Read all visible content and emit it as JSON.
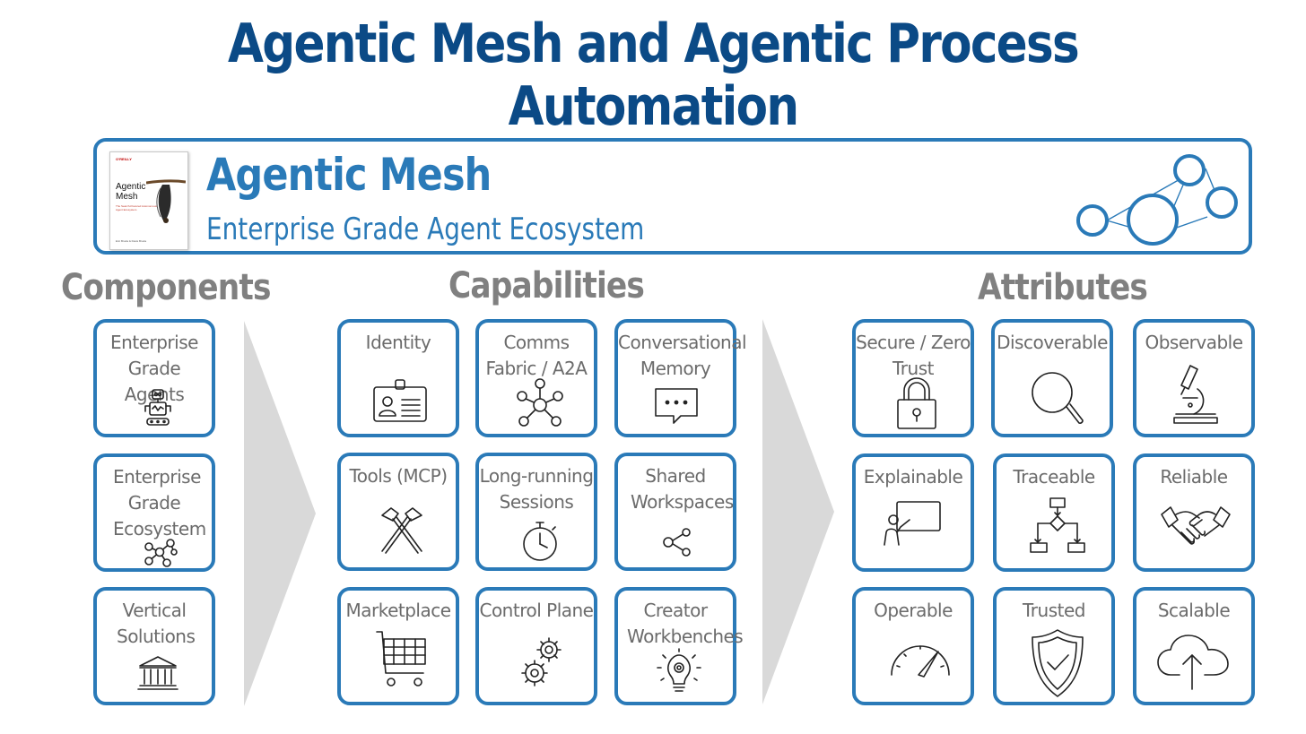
{
  "title": "Agentic Mesh and Agentic Process Automation",
  "banner": {
    "title": "Agentic Mesh",
    "subtitle": "Enterprise Grade Agent Ecosystem",
    "book": {
      "publisher": "O'REILLY",
      "title_line1": "Agentic",
      "title_line2": "Mesh",
      "subtitle": "The Search-Powered Autonomous Agent Ecosystem",
      "authors": "Eric Broda & Davis Broda"
    }
  },
  "sections": {
    "components": "Components",
    "capabilities": "Capabilities",
    "attributes": "Attributes"
  },
  "components": [
    {
      "label": "Enterprise Grade Agents",
      "icon": "robot-icon"
    },
    {
      "label": "Enterprise Grade Ecosystem",
      "icon": "network-people-icon"
    },
    {
      "label": "Vertical Solutions",
      "icon": "bank-icon"
    }
  ],
  "capabilities": [
    {
      "label": "Identity",
      "icon": "id-card-icon"
    },
    {
      "label": "Comms Fabric / A2A",
      "icon": "hub-network-icon"
    },
    {
      "label": "Conversational Memory",
      "icon": "chat-bubble-icon"
    },
    {
      "label": "Tools (MCP)",
      "icon": "hammers-icon"
    },
    {
      "label": "Long-running Sessions",
      "icon": "stopwatch-icon"
    },
    {
      "label": "Shared Workspaces",
      "icon": "share-icon"
    },
    {
      "label": "Marketplace",
      "icon": "cart-icon"
    },
    {
      "label": "Control Plane",
      "icon": "gears-icon"
    },
    {
      "label": "Creator Workbenches",
      "icon": "lightbulb-gear-icon"
    }
  ],
  "attributes": [
    {
      "label": "Secure / Zero Trust",
      "icon": "padlock-icon"
    },
    {
      "label": "Discoverable",
      "icon": "magnifier-icon"
    },
    {
      "label": "Observable",
      "icon": "microscope-icon"
    },
    {
      "label": "Explainable",
      "icon": "presenter-icon"
    },
    {
      "label": "Traceable",
      "icon": "flowchart-icon"
    },
    {
      "label": "Reliable",
      "icon": "handshake-icon"
    },
    {
      "label": "Operable",
      "icon": "gauge-icon"
    },
    {
      "label": "Trusted",
      "icon": "shield-check-icon"
    },
    {
      "label": "Scalable",
      "icon": "cloud-upload-icon"
    }
  ],
  "colors": {
    "title": "#0b4a86",
    "accent": "#2a7ab8",
    "section": "#808080",
    "label": "#6b6b6b",
    "chevron": "#d9d9d9"
  }
}
